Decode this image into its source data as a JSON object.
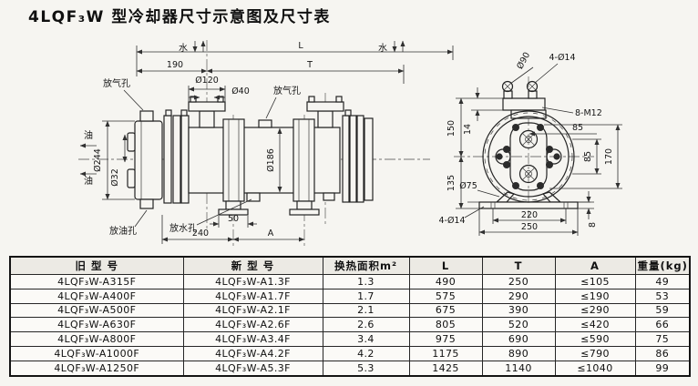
{
  "title": "4LQF₃W 型冷却器尺寸示意图及尺寸表",
  "drawing": {
    "side": {
      "dim_L": "L",
      "dim_190": "190",
      "dim_T": "T",
      "water": "水",
      "oil": "油",
      "dim_d120": "Ø120",
      "dim_d40": "Ø40",
      "dim_d244": "Ø244",
      "dim_d32": "Ø32",
      "dim_d186": "Ø186",
      "air_vent": "放气孔",
      "oil_drain": "放油孔",
      "water_drain": "放水孔",
      "dim_50": "50",
      "dim_240": "240",
      "dim_A": "A"
    },
    "end": {
      "dim_d90": "Ø90",
      "dim_4d14_top": "4-Ø14",
      "dim_8m12": "8-M12",
      "dim_150": "150",
      "dim_14": "14",
      "dim_85_top": "85",
      "dim_85_right": "85",
      "dim_170": "170",
      "dim_135": "135",
      "dim_d75": "Ø75",
      "dim_4d14_bottom": "4-Ø14",
      "dim_220": "220",
      "dim_250": "250",
      "dim_8": "8"
    }
  },
  "table": {
    "headers": [
      "旧  型  号",
      "新  型  号",
      "换热面积m²",
      "L",
      "T",
      "A",
      "重量(kg)"
    ],
    "rows": [
      [
        "4LQF₃W-A315F",
        "4LQF₃W-A1.3F",
        "1.3",
        "490",
        "250",
        "≤105",
        "49"
      ],
      [
        "4LQF₃W-A400F",
        "4LQF₃W-A1.7F",
        "1.7",
        "575",
        "290",
        "≤190",
        "53"
      ],
      [
        "4LQF₃W-A500F",
        "4LQF₃W-A2.1F",
        "2.1",
        "675",
        "390",
        "≤290",
        "59"
      ],
      [
        "4LQF₃W-A630F",
        "4LQF₃W-A2.6F",
        "2.6",
        "805",
        "520",
        "≤420",
        "66"
      ],
      [
        "4LQF₃W-A800F",
        "4LQF₃W-A3.4F",
        "3.4",
        "975",
        "690",
        "≤590",
        "75"
      ],
      [
        "4LQF₃W-A1000F",
        "4LQF₃W-A4.2F",
        "4.2",
        "1175",
        "890",
        "≤790",
        "86"
      ],
      [
        "4LQF₃W-A1250F",
        "4LQF₃W-A5.3F",
        "5.3",
        "1425",
        "1140",
        "≤1040",
        "99"
      ]
    ]
  }
}
